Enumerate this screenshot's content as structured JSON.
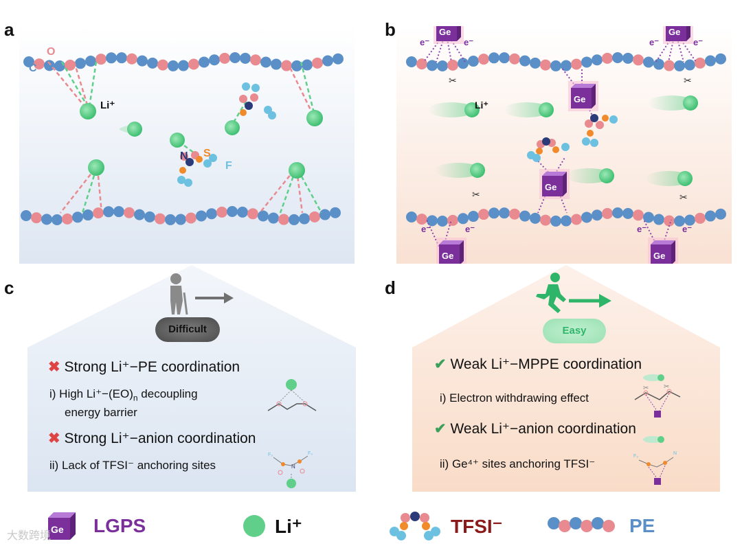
{
  "panels": {
    "a": {
      "label": "a",
      "atoms": {
        "O": "O",
        "C": "C",
        "N": "N",
        "S": "S",
        "F": "F"
      },
      "li_label": "Li⁺"
    },
    "b": {
      "label": "b",
      "ge": "Ge",
      "electron": "e⁻",
      "li_label": "Li⁺"
    },
    "c": {
      "label": "c",
      "badge": "Difficult",
      "items": [
        {
          "type": "header",
          "icon": "cross-icon",
          "text": "Strong Li⁺−PE coordination"
        },
        {
          "type": "sub",
          "text": "i) High Li⁺−(EO)",
          "sub_index": "n",
          "text_after": " decoupling",
          "text_line2": "energy barrier"
        },
        {
          "type": "header",
          "icon": "cross-icon",
          "text": "Strong Li⁺−anion coordination"
        },
        {
          "type": "sub",
          "text": "ii) Lack of TFSI⁻ anchoring sites"
        }
      ],
      "struct_labels": {
        "F3": "F₃",
        "N": "N"
      }
    },
    "d": {
      "label": "d",
      "badge": "Easy",
      "items": [
        {
          "type": "header",
          "icon": "check-icon",
          "text": "Weak Li⁺−MPPE coordination"
        },
        {
          "type": "sub",
          "text": "i) Electron withdrawing effect"
        },
        {
          "type": "header",
          "icon": "check-icon",
          "text": "Weak Li⁺−anion coordination"
        },
        {
          "type": "sub",
          "text": "ii) Ge⁴⁺ sites anchoring TFSI⁻"
        }
      ],
      "struct_labels": {
        "F3": "F₃",
        "N": "N"
      }
    }
  },
  "legend": [
    {
      "icon": "ge-cube-icon",
      "label": "LGPS",
      "color": "#7b2f9b",
      "cube_text": "Ge"
    },
    {
      "icon": "li-sphere-icon",
      "label": "Li⁺",
      "color": "#111111"
    },
    {
      "icon": "tfsi-molecule-icon",
      "label": "TFSI⁻",
      "color": "#8b1a1a"
    },
    {
      "icon": "pe-chain-icon",
      "label": "PE",
      "color": "#5b8fc7"
    }
  ],
  "watermark": "大数跨境",
  "colors": {
    "li": "#5fcf8a",
    "carbon": "#5b8fc7",
    "oxygen": "#e88a8f",
    "ge_purple": "#7b2f9b",
    "panel_a_bg": "#eef3f9",
    "panel_b_bg": "#fbeee6",
    "sulfur": "#f08a2a",
    "nitrogen": "#2b3a78",
    "fluorine": "#6cc0e0"
  }
}
